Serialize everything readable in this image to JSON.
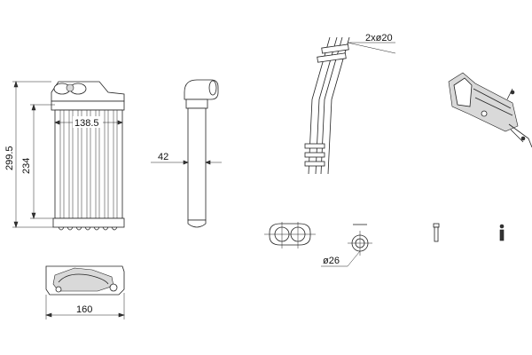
{
  "dimensions": {
    "overall_height": "299.5",
    "core_height": "234",
    "core_width": "138.5",
    "depth": "42",
    "length_bottom": "160",
    "pipe_dia": "2xø20",
    "port_dia": "ø26"
  }
}
